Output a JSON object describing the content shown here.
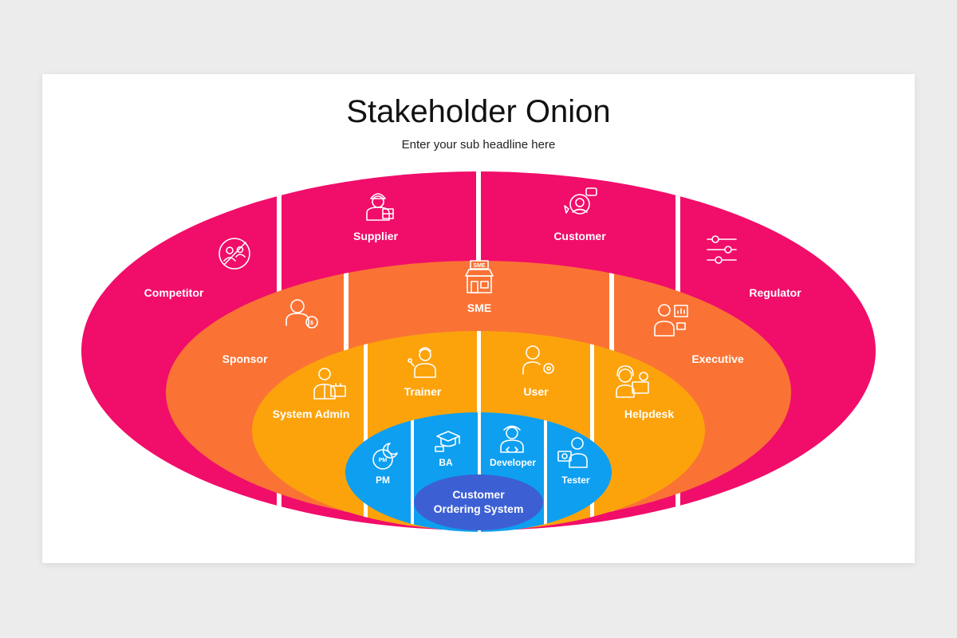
{
  "title": "Stakeholder Onion",
  "subtitle": "Enter your sub headline here",
  "colors": {
    "outer_ring": "#f10d6a",
    "middle_ring": "#fa7335",
    "inner_ring": "#fca30c",
    "core_ring": "#0e9ff0",
    "center": "#3c5fd4",
    "divider": "#ffffff",
    "background": "#ececec",
    "slide": "#ffffff"
  },
  "rings": {
    "outer": {
      "items": [
        {
          "label": "Competitor",
          "icon": "no-people-icon"
        },
        {
          "label": "Supplier",
          "icon": "delivery-person-icon"
        },
        {
          "label": "Customer",
          "icon": "customer-support-icon"
        },
        {
          "label": "Regulator",
          "icon": "sliders-icon"
        }
      ]
    },
    "middle": {
      "items": [
        {
          "label": "Sponsor",
          "icon": "investor-icon"
        },
        {
          "label": "SME",
          "icon": "shop-icon",
          "icon_text": "SME"
        },
        {
          "label": "Executive",
          "icon": "executive-presentation-icon"
        }
      ]
    },
    "inner": {
      "items": [
        {
          "label": "System Admin",
          "icon": "admin-briefcase-icon"
        },
        {
          "label": "Trainer",
          "icon": "trainer-icon"
        },
        {
          "label": "User",
          "icon": "user-settings-icon"
        },
        {
          "label": "Helpdesk",
          "icon": "helpdesk-icon"
        }
      ]
    },
    "core": {
      "items": [
        {
          "label": "PM",
          "icon": "pm-clock-icon",
          "icon_text": "PM"
        },
        {
          "label": "BA",
          "icon": "graduation-cap-icon"
        },
        {
          "label": "Developer",
          "icon": "developer-icon"
        },
        {
          "label": "Tester",
          "icon": "tester-icon"
        }
      ]
    },
    "center": {
      "label_line1": "Customer",
      "label_line2": "Ordering System"
    }
  }
}
